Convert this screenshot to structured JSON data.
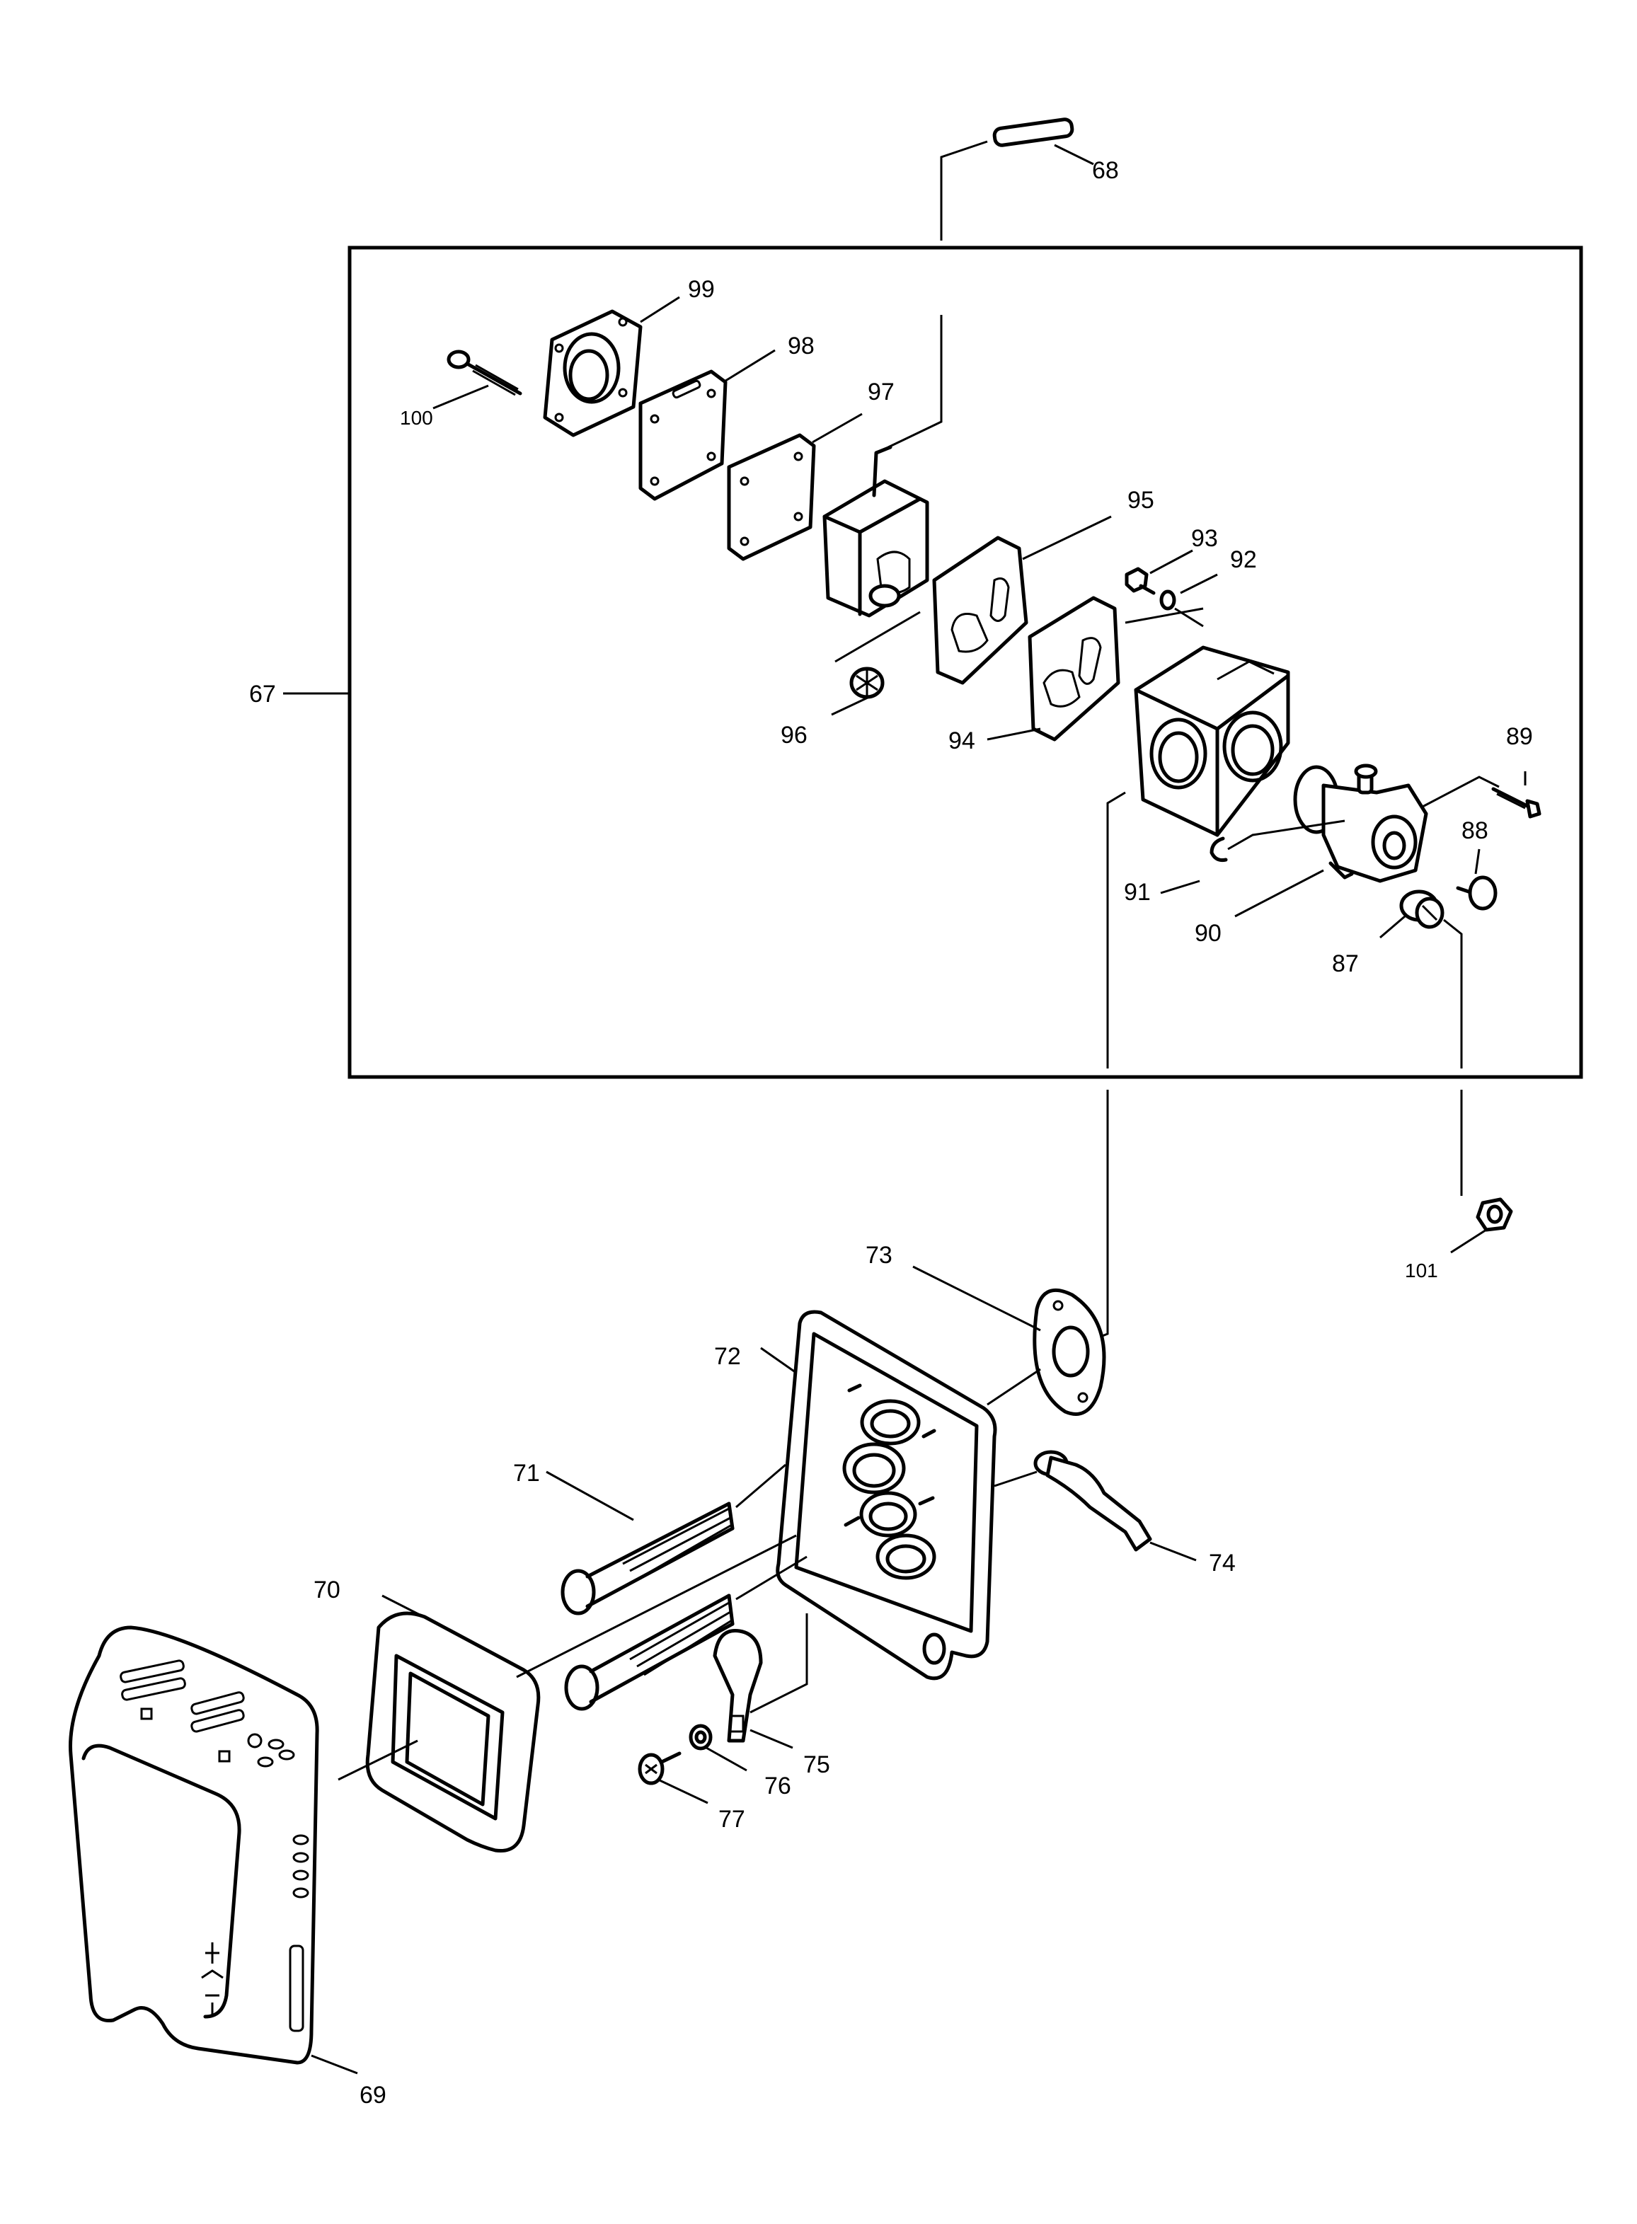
{
  "diagram": {
    "kind": "exploded-parts-view",
    "inset_group_label": "67"
  },
  "labels": {
    "p67": "67",
    "p68": "68",
    "p69": "69",
    "p70": "70",
    "p71": "71",
    "p72": "72",
    "p73": "73",
    "p74": "74",
    "p75": "75",
    "p76": "76",
    "p77": "77",
    "p87": "87",
    "p88": "88",
    "p89": "89",
    "p90": "90",
    "p91": "91",
    "p92": "92",
    "p93": "93",
    "p94": "94",
    "p95": "95",
    "p96": "96",
    "p97": "97",
    "p98": "98",
    "p99": "99",
    "p100": "100",
    "p101": "101"
  }
}
